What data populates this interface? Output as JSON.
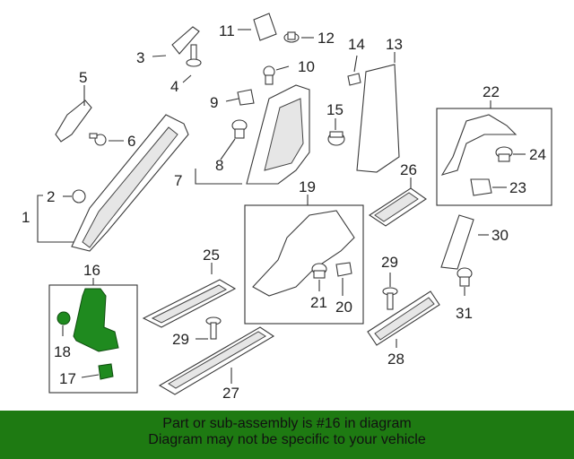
{
  "callouts": [
    "1",
    "2",
    "3",
    "4",
    "5",
    "6",
    "7",
    "8",
    "9",
    "10",
    "11",
    "12",
    "13",
    "14",
    "15",
    "16",
    "17",
    "18",
    "19",
    "20",
    "21",
    "22",
    "23",
    "24",
    "25",
    "26",
    "27",
    "28",
    "29",
    "29",
    "30",
    "31"
  ],
  "banner": {
    "line1": "Part or sub-assembly is #16 in diagram",
    "line2": "Diagram may not be specific to your vehicle"
  },
  "colors": {
    "highlight": "#1f8a1f",
    "banner": "#1e7a12"
  }
}
